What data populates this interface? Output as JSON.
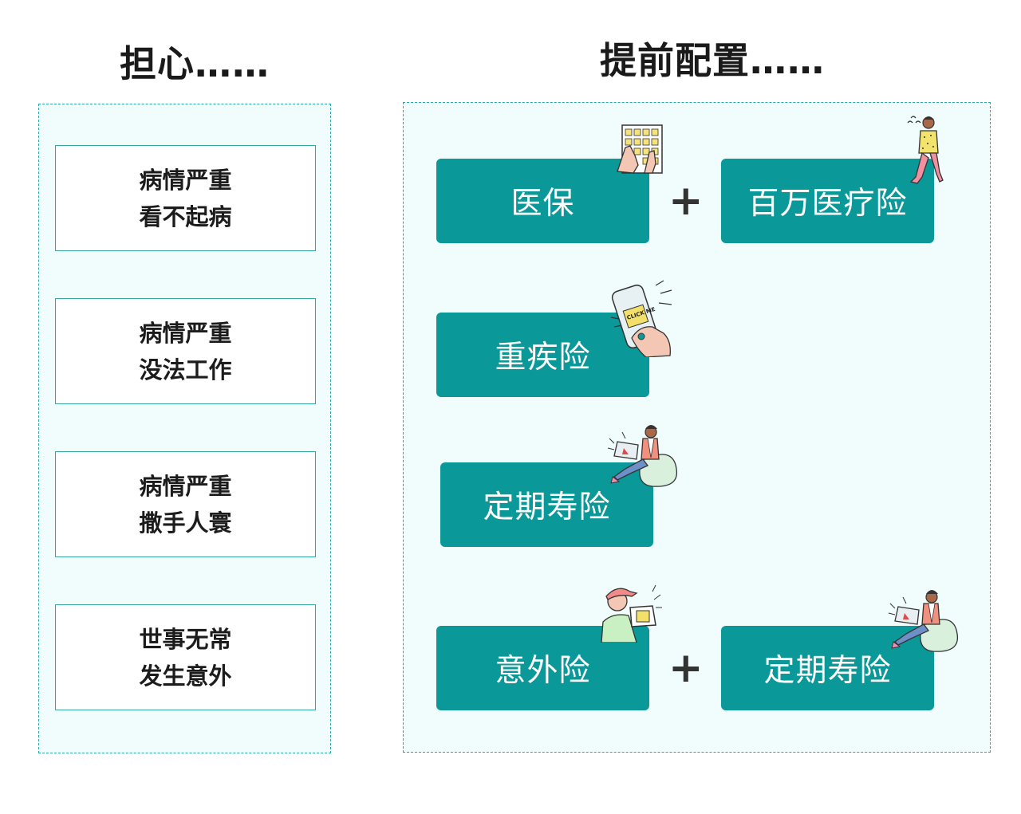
{
  "worry": {
    "heading": "担心……",
    "cards": [
      {
        "line1": "病情严重",
        "line2": "看不起病"
      },
      {
        "line1": "病情严重",
        "line2": "没法工作"
      },
      {
        "line1": "病情严重",
        "line2": "撒手人寰"
      },
      {
        "line1": "世事无常",
        "line2": "发生意外"
      }
    ]
  },
  "plan": {
    "heading": "提前配置……",
    "rows": [
      {
        "left": "医保",
        "plus": "+",
        "right": "百万医疗险"
      },
      {
        "left": "重疾险"
      },
      {
        "left": "定期寿险"
      },
      {
        "left": "意外险",
        "plus": "+",
        "right": "定期寿险"
      }
    ]
  },
  "colors": {
    "teal": "#0a9899",
    "border": "#35a7a5",
    "panel_bg": "#f1fcfd"
  },
  "illustrations": {
    "row1_left": "calendar-hand-icon",
    "row1_right": "walking-person-icon",
    "row2": "phone-click-me-icon",
    "row3": "laptop-person-icon",
    "row4_left": "gamer-person-icon",
    "row4_right": "laptop-person-icon",
    "phone_text": "CLICK ME"
  }
}
